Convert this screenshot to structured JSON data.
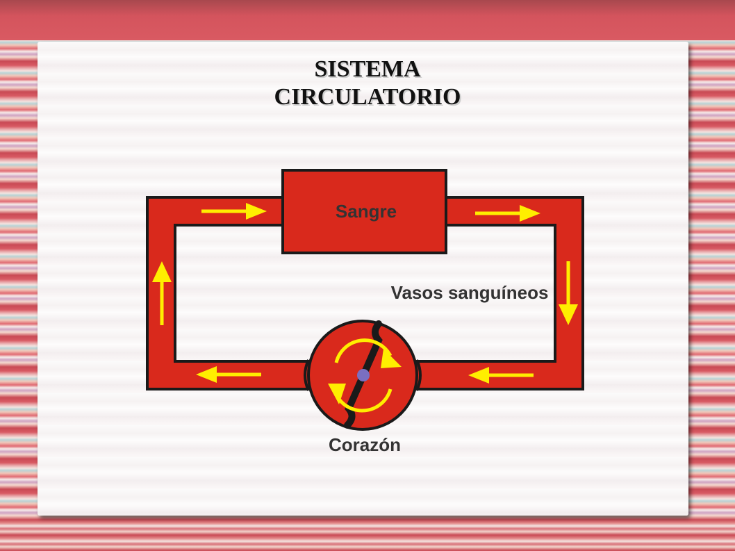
{
  "slide": {
    "title_line1": "SISTEMA",
    "title_line2": "CIRCULATORIO"
  },
  "diagram": {
    "label_blood": "Sangre",
    "label_vessels": "Vasos sanguíneos",
    "label_heart": "Corazón"
  },
  "colors": {
    "vessel_fill": "#d9291c",
    "outline": "#1a1a1a",
    "arrow": "#ffee00",
    "valve_center": "#7a6fc2"
  }
}
